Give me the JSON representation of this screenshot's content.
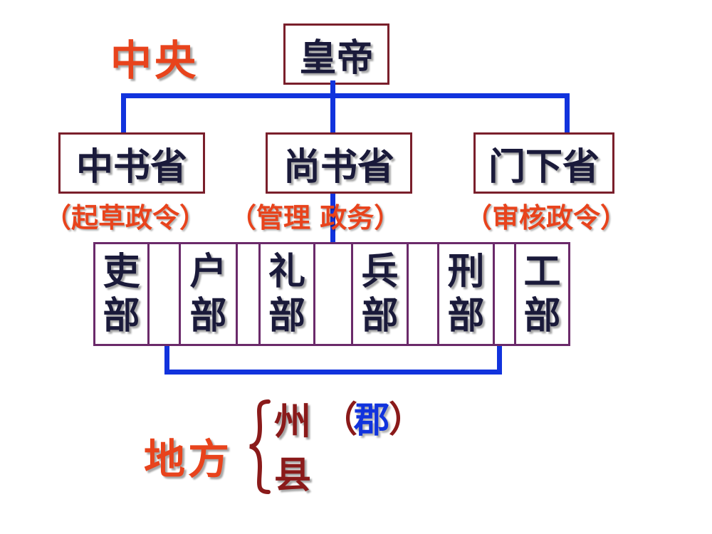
{
  "central": {
    "label": "中央"
  },
  "emperor": {
    "label": "皇帝"
  },
  "departments": [
    {
      "name": "中书省",
      "duty": "（起草政令）"
    },
    {
      "name": "尚书省",
      "duty": "（管理 政务）"
    },
    {
      "name": "门下省",
      "duty": "（审核政令）"
    }
  ],
  "ministries": [
    {
      "line1": "吏",
      "line2": "部"
    },
    {
      "line1": "户",
      "line2": "部"
    },
    {
      "line1": "礼",
      "line2": "部"
    },
    {
      "line1": "兵",
      "line2": "部"
    },
    {
      "line1": "刑",
      "line2": "部"
    },
    {
      "line1": "工",
      "line2": "部"
    }
  ],
  "local": {
    "label": "地方",
    "zhou": "州",
    "jun_open": "（",
    "jun": "郡",
    "jun_close": "）",
    "xian": "县"
  },
  "colors": {
    "accent_red": "#e8431c",
    "connector_blue": "#1133dd",
    "box_border": "#7a1f2b"
  }
}
